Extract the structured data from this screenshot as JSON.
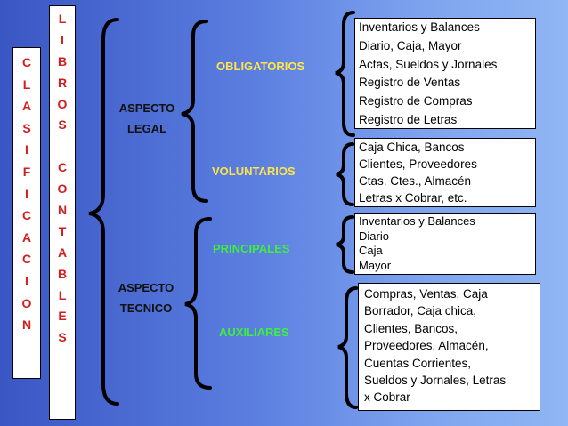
{
  "colors": {
    "bg_dark": "#3a56c4",
    "bg_light": "#90b6f4",
    "vertical_letters": "#d21e1e",
    "heading_yellow": "#ffe44a",
    "heading_green": "#3cf03c",
    "brace": "#000000"
  },
  "vertical_words": {
    "clasificacion": [
      "C",
      "L",
      "A",
      "S",
      "I",
      "F",
      "I",
      "C",
      "A",
      "C",
      "I",
      "O",
      "N"
    ],
    "libros_contables": [
      "L",
      "I",
      "B",
      "R",
      "O",
      "S",
      "",
      "C",
      "O",
      "N",
      "T",
      "A",
      "B",
      "L",
      "E",
      "S"
    ]
  },
  "aspects": {
    "legal": {
      "line1": "ASPECTO",
      "line2": "LEGAL"
    },
    "tecnico": {
      "line1": "ASPECTO",
      "line2": "TECNICO"
    }
  },
  "categories": {
    "obligatorios": {
      "label": "OBLIGATORIOS",
      "items": [
        "Inventarios y Balances",
        "Diario, Caja, Mayor",
        "Actas, Sueldos y Jornales",
        "Registro de Ventas",
        "Registro de Compras",
        "Registro de Letras"
      ]
    },
    "voluntarios": {
      "label": "VOLUNTARIOS",
      "items": [
        "Caja Chica, Bancos",
        "Clientes, Proveedores",
        "Ctas. Ctes., Almacén",
        "Letras x Cobrar, etc."
      ]
    },
    "principales": {
      "label": "PRINCIPALES",
      "items": [
        "Inventarios y Balances",
        "Diario",
        "Caja",
        "Mayor"
      ]
    },
    "auxiliares": {
      "label": "AUXILIARES",
      "items": [
        "Compras, Ventas, Caja",
        "Borrador, Caja chica,",
        "Clientes, Bancos,",
        "Proveedores, Almacén,",
        "Cuentas Corrientes,",
        "Sueldos y Jornales, Letras",
        "x Cobrar"
      ]
    }
  }
}
